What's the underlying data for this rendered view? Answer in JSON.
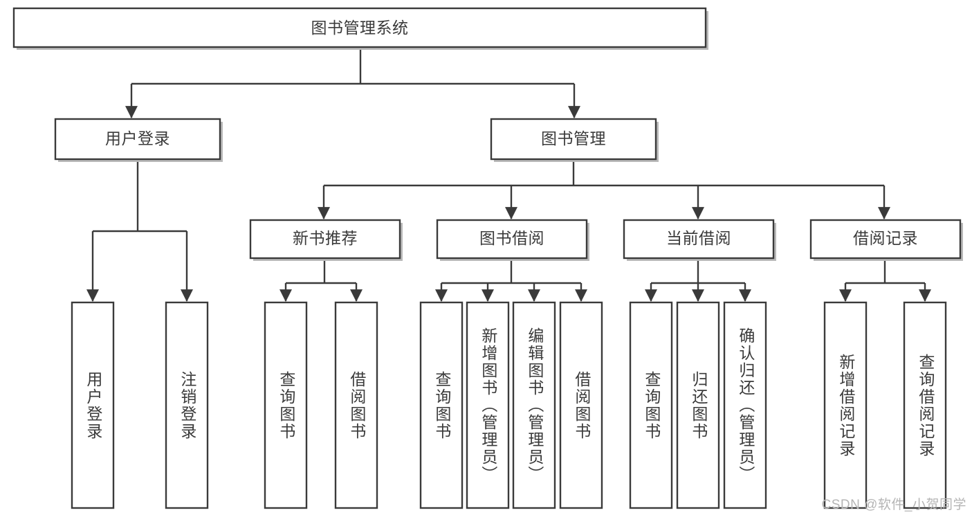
{
  "diagram": {
    "title": "图书管理系统",
    "type": "tree-hierarchy",
    "orientation": "top-down",
    "root": {
      "id": "root",
      "label": "图书管理系统"
    },
    "level1": [
      {
        "id": "user-login",
        "label": "用户登录"
      },
      {
        "id": "book-manage",
        "label": "图书管理"
      }
    ],
    "level2": [
      {
        "id": "new-book-recommend",
        "label": "新书推荐",
        "parent": "book-manage"
      },
      {
        "id": "book-borrow",
        "label": "图书借阅",
        "parent": "book-manage"
      },
      {
        "id": "current-borrow",
        "label": "当前借阅",
        "parent": "book-manage"
      },
      {
        "id": "borrow-record",
        "label": "借阅记录",
        "parent": "book-manage"
      }
    ],
    "leaves": [
      {
        "id": "leaf-user-login",
        "label": "用户登录",
        "parent": "user-login"
      },
      {
        "id": "leaf-user-logout",
        "label": "注销登录",
        "parent": "user-login"
      },
      {
        "id": "leaf-query-book-1",
        "label": "查询图书",
        "parent": "new-book-recommend"
      },
      {
        "id": "leaf-borrow-book-1",
        "label": "借阅图书",
        "parent": "new-book-recommend"
      },
      {
        "id": "leaf-query-book-2",
        "label": "查询图书",
        "parent": "book-borrow"
      },
      {
        "id": "leaf-add-book",
        "label": "新增图书（管理员）",
        "parent": "book-borrow"
      },
      {
        "id": "leaf-edit-book",
        "label": "编辑图书（管理员）",
        "parent": "book-borrow"
      },
      {
        "id": "leaf-borrow-book-2",
        "label": "借阅图书",
        "parent": "book-borrow"
      },
      {
        "id": "leaf-query-book-3",
        "label": "查询图书",
        "parent": "current-borrow"
      },
      {
        "id": "leaf-return-book",
        "label": "归还图书",
        "parent": "current-borrow"
      },
      {
        "id": "leaf-confirm-return",
        "label": "确认归还（管理员）",
        "parent": "current-borrow"
      },
      {
        "id": "leaf-add-record",
        "label": "新增借阅记录",
        "parent": "borrow-record"
      },
      {
        "id": "leaf-query-record",
        "label": "查询借阅记录",
        "parent": "borrow-record"
      }
    ]
  },
  "watermark": {
    "text": "CSDN @软件_小贺同学"
  },
  "colors": {
    "stroke": "#3a3a3a",
    "fill": "#ffffff",
    "shadow": "#b9b9b9",
    "text": "#3a3a3a",
    "watermark": "#b5b5b5",
    "background": "#ffffff"
  }
}
